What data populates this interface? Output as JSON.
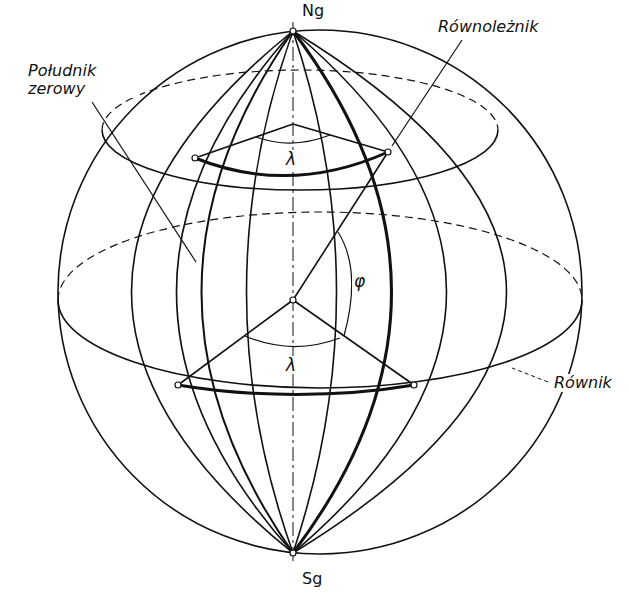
{
  "diagram": {
    "labels": [
      "Ng",
      "Południk zerowy",
      "Równoleżnik",
      "λ",
      "φ",
      "λ",
      "Równik",
      "Sg"
    ]
  }
}
